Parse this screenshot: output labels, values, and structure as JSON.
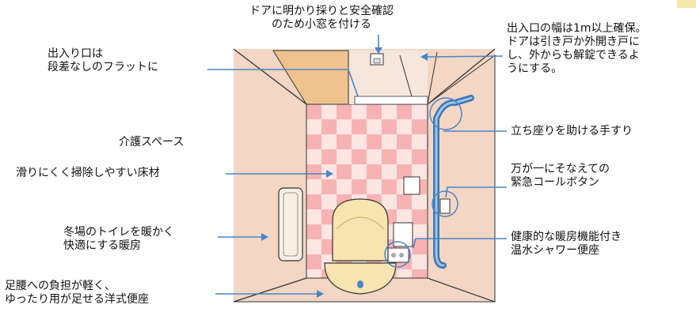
{
  "labels": {
    "window": [
      "ドアに明かり採りと安全確認",
      "のため小窓を付ける"
    ],
    "entrance_flat": [
      "出入り口は",
      "段差なしのフラットに"
    ],
    "door_width": [
      "出入口の幅は1m以上確保。",
      "ドアは引き戸か外開き戸に",
      "し、外からも解錠できるよ",
      "うにする。"
    ],
    "care_space": [
      "介護スペース"
    ],
    "floor": [
      "滑りにくく掃除しやすい床材"
    ],
    "handrail": [
      "立ち座りを助ける手すり"
    ],
    "emergency": [
      "万が一にそなえての",
      "緊急コールボタン"
    ],
    "heater": [
      "冬場のトイレを暖かく",
      "快適にする暖房"
    ],
    "bidet": [
      "健康的な暖房機能付き",
      "温水シャワー便座"
    ],
    "toilet": [
      "足腰への負担が軽く、",
      "ゆったり用が足せる洋式便座"
    ]
  },
  "colors": {
    "wall": "#f3d6c4",
    "tile_pink": "#f7b3b4",
    "tile_light": "#fde6e1",
    "door": "#f0c38e",
    "toilet": "#f8e4b0",
    "leader": "#4a86c8"
  }
}
